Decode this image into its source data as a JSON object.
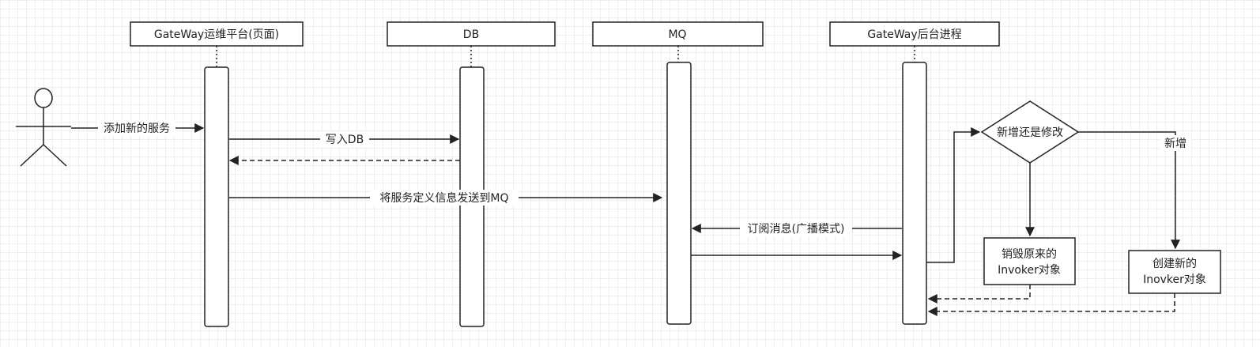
{
  "participants": {
    "ops": "GateWay运维平台(页面)",
    "db": "DB",
    "mq": "MQ",
    "backend": "GateWay后台进程"
  },
  "messages": {
    "add_service": "添加新的服务",
    "write_db": "写入DB",
    "send_mq": "将服务定义信息发送到MQ",
    "subscribe": "订阅消息(广播模式)"
  },
  "decision": {
    "question": "新增还是修改",
    "branch_new": "新增"
  },
  "actions": {
    "destroy_line1": "销毁原来的",
    "destroy_line2": "Invoker对象",
    "create_line1": "创建新的",
    "create_line2": "Inovker对象"
  }
}
